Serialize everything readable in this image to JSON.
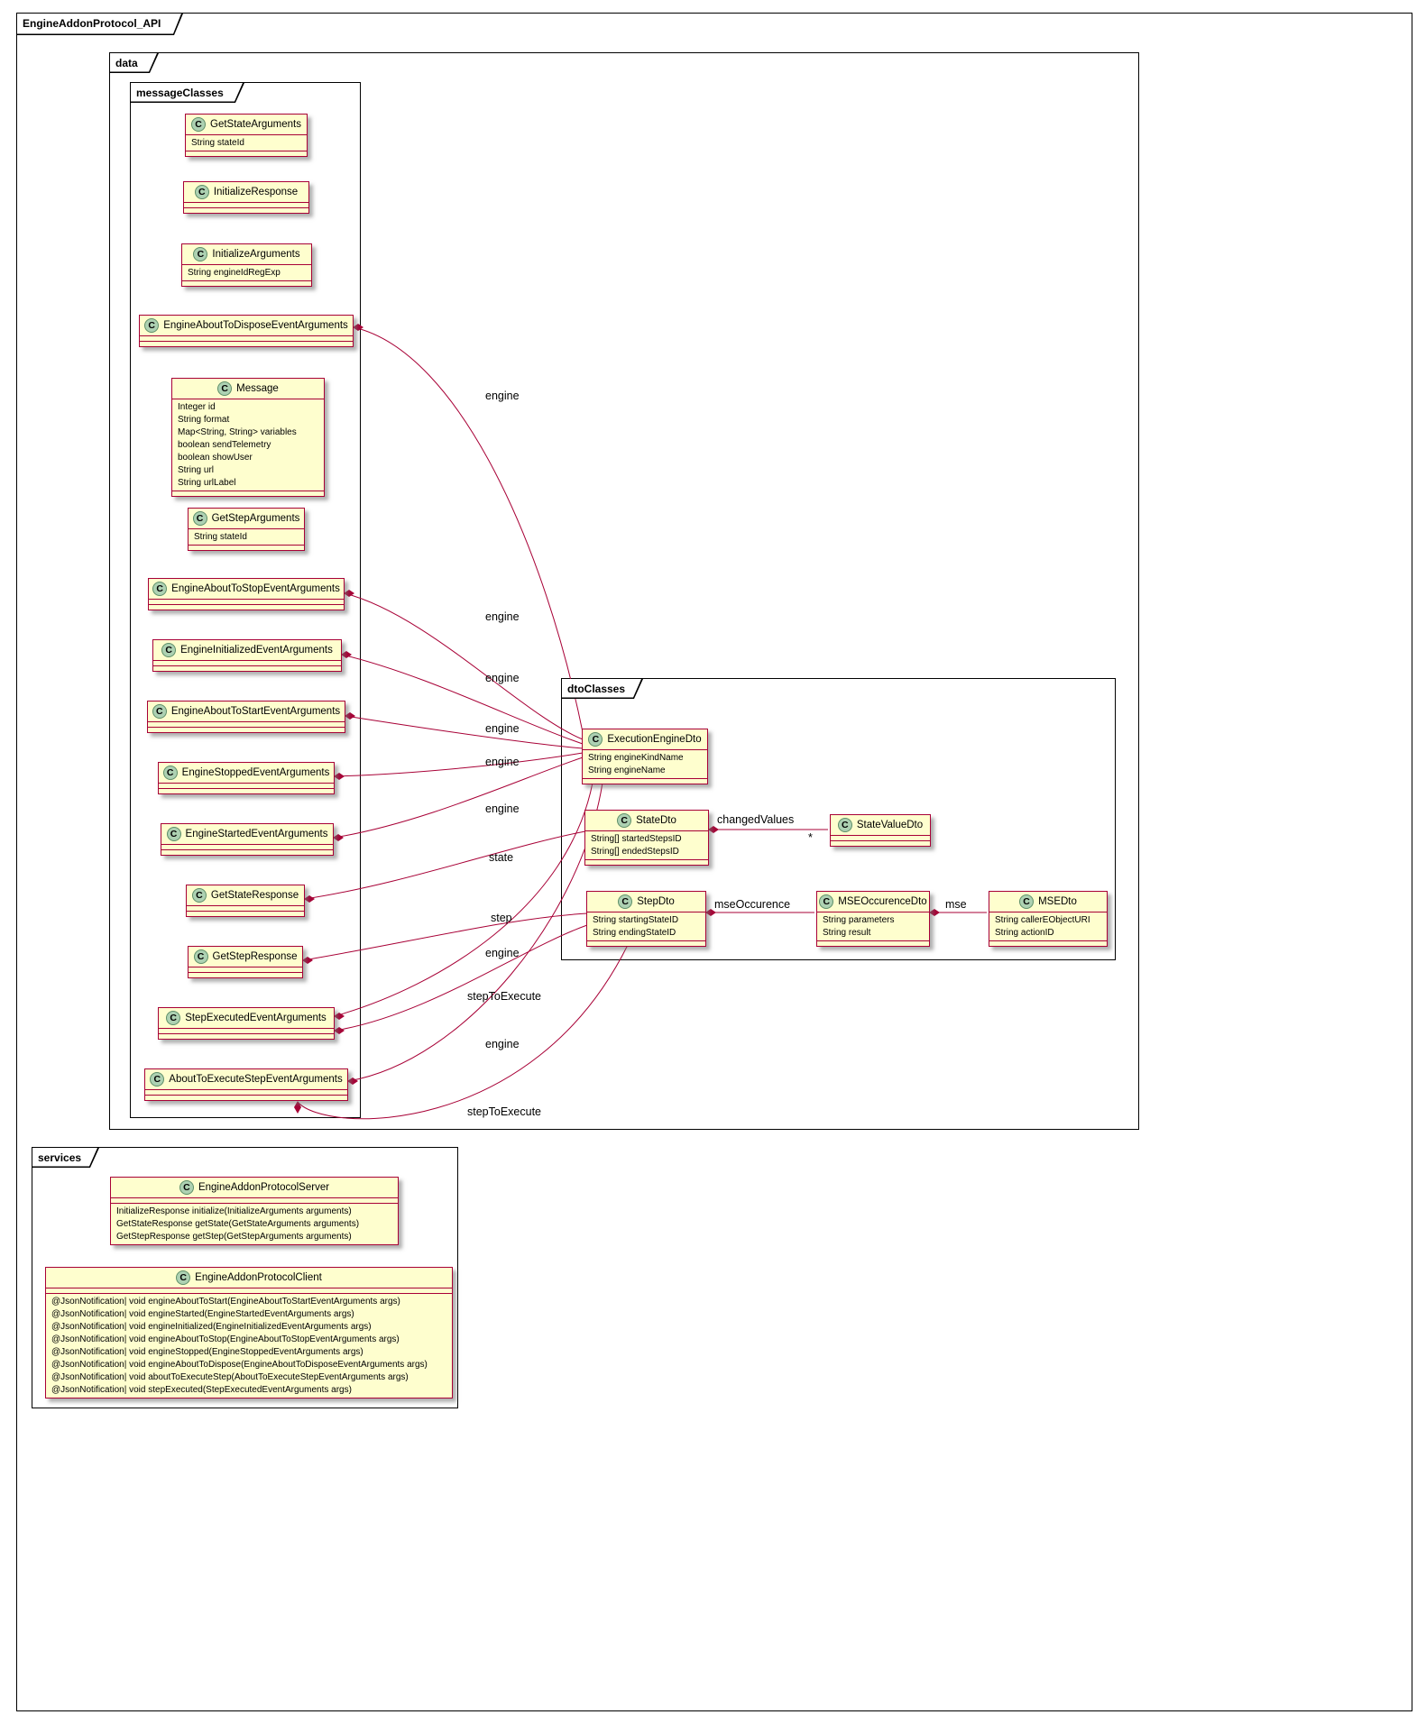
{
  "frame": {
    "title": "EngineAddonProtocol_API"
  },
  "packages": {
    "data": {
      "label": "data"
    },
    "messageClasses": {
      "label": "messageClasses"
    },
    "dtoClasses": {
      "label": "dtoClasses"
    },
    "services": {
      "label": "services"
    }
  },
  "icon_letter": "C",
  "colors": {
    "class_fill": "#FEFECE",
    "class_border": "#A80036",
    "icon_fill": "#ADD1B2"
  },
  "classes": {
    "GetStateArguments": {
      "name": "GetStateArguments",
      "attrs": [
        "String stateId"
      ],
      "methods": []
    },
    "InitializeResponse": {
      "name": "InitializeResponse",
      "attrs": [],
      "methods": []
    },
    "InitializeArguments": {
      "name": "InitializeArguments",
      "attrs": [
        "String engineIdRegExp"
      ],
      "methods": []
    },
    "EngineAboutToDisposeEventArguments": {
      "name": "EngineAboutToDisposeEventArguments",
      "attrs": [],
      "methods": []
    },
    "Message": {
      "name": "Message",
      "attrs": [
        "Integer id",
        "String format",
        "Map<String, String> variables",
        "boolean sendTelemetry",
        "boolean showUser",
        "String url",
        "String urlLabel"
      ],
      "methods": []
    },
    "GetStepArguments": {
      "name": "GetStepArguments",
      "attrs": [
        "String stateId"
      ],
      "methods": []
    },
    "EngineAboutToStopEventArguments": {
      "name": "EngineAboutToStopEventArguments",
      "attrs": [],
      "methods": []
    },
    "EngineInitializedEventArguments": {
      "name": "EngineInitializedEventArguments",
      "attrs": [],
      "methods": []
    },
    "EngineAboutToStartEventArguments": {
      "name": "EngineAboutToStartEventArguments",
      "attrs": [],
      "methods": []
    },
    "EngineStoppedEventArguments": {
      "name": "EngineStoppedEventArguments",
      "attrs": [],
      "methods": []
    },
    "EngineStartedEventArguments": {
      "name": "EngineStartedEventArguments",
      "attrs": [],
      "methods": []
    },
    "GetStateResponse": {
      "name": "GetStateResponse",
      "attrs": [],
      "methods": []
    },
    "GetStepResponse": {
      "name": "GetStepResponse",
      "attrs": [],
      "methods": []
    },
    "StepExecutedEventArguments": {
      "name": "StepExecutedEventArguments",
      "attrs": [],
      "methods": []
    },
    "AboutToExecuteStepEventArguments": {
      "name": "AboutToExecuteStepEventArguments",
      "attrs": [],
      "methods": []
    },
    "ExecutionEngineDto": {
      "name": "ExecutionEngineDto",
      "attrs": [
        "String engineKindName",
        "String engineName"
      ],
      "methods": []
    },
    "StateDto": {
      "name": "StateDto",
      "attrs": [
        "String[] startedStepsID",
        "String[] endedStepsID"
      ],
      "methods": []
    },
    "StateValueDto": {
      "name": "StateValueDto",
      "attrs": [],
      "methods": []
    },
    "StepDto": {
      "name": "StepDto",
      "attrs": [
        "String startingStateID",
        "String endingStateID"
      ],
      "methods": []
    },
    "MSEOccurenceDto": {
      "name": "MSEOccurenceDto",
      "attrs": [
        "String parameters",
        "String result"
      ],
      "methods": []
    },
    "MSEDto": {
      "name": "MSEDto",
      "attrs": [
        "String callerEObjectURI",
        "String actionID"
      ],
      "methods": []
    },
    "EngineAddonProtocolServer": {
      "name": "EngineAddonProtocolServer",
      "attrs": [],
      "methods": [
        "InitializeResponse initialize(InitializeArguments arguments)",
        "GetStateResponse getState(GetStateArguments arguments)",
        "GetStepResponse getStep(GetStepArguments arguments)"
      ]
    },
    "EngineAddonProtocolClient": {
      "name": "EngineAddonProtocolClient",
      "attrs": [],
      "methods": [
        "@JsonNotification| void engineAboutToStart(EngineAboutToStartEventArguments args)",
        "@JsonNotification| void engineStarted(EngineStartedEventArguments args)",
        "@JsonNotification| void engineInitialized(EngineInitializedEventArguments args)",
        "@JsonNotification| void engineAboutToStop(EngineAboutToStopEventArguments args)",
        "@JsonNotification| void engineStopped(EngineStoppedEventArguments args)",
        "@JsonNotification| void engineAboutToDispose(EngineAboutToDisposeEventArguments args)",
        "@JsonNotification| void aboutToExecuteStep(AboutToExecuteStepEventArguments args)",
        "@JsonNotification| void stepExecuted(StepExecutedEventArguments args)"
      ]
    }
  },
  "relationships": [
    {
      "from": "EngineAboutToDisposeEventArguments",
      "to": "ExecutionEngineDto",
      "label": "engine",
      "type": "composition"
    },
    {
      "from": "EngineAboutToStopEventArguments",
      "to": "ExecutionEngineDto",
      "label": "engine",
      "type": "composition"
    },
    {
      "from": "EngineInitializedEventArguments",
      "to": "ExecutionEngineDto",
      "label": "engine",
      "type": "composition"
    },
    {
      "from": "EngineAboutToStartEventArguments",
      "to": "ExecutionEngineDto",
      "label": "engine",
      "type": "composition"
    },
    {
      "from": "EngineStoppedEventArguments",
      "to": "ExecutionEngineDto",
      "label": "engine",
      "type": "composition"
    },
    {
      "from": "EngineStartedEventArguments",
      "to": "ExecutionEngineDto",
      "label": "engine",
      "type": "composition"
    },
    {
      "from": "GetStateResponse",
      "to": "StateDto",
      "label": "state",
      "type": "composition"
    },
    {
      "from": "GetStepResponse",
      "to": "StepDto",
      "label": "step",
      "type": "composition"
    },
    {
      "from": "StepExecutedEventArguments",
      "to": "ExecutionEngineDto",
      "label": "engine",
      "type": "composition"
    },
    {
      "from": "StepExecutedEventArguments",
      "to": "StepDto",
      "label": "stepToExecute",
      "type": "composition"
    },
    {
      "from": "AboutToExecuteStepEventArguments",
      "to": "ExecutionEngineDto",
      "label": "engine",
      "type": "composition"
    },
    {
      "from": "AboutToExecuteStepEventArguments",
      "to": "StepDto",
      "label": "stepToExecute",
      "type": "composition"
    },
    {
      "from": "StateDto",
      "to": "StateValueDto",
      "label": "changedValues",
      "multiplicity": "*",
      "type": "composition"
    },
    {
      "from": "StepDto",
      "to": "MSEOccurenceDto",
      "label": "mseOccurence",
      "type": "composition"
    },
    {
      "from": "MSEOccurenceDto",
      "to": "MSEDto",
      "label": "mse",
      "type": "composition"
    }
  ]
}
